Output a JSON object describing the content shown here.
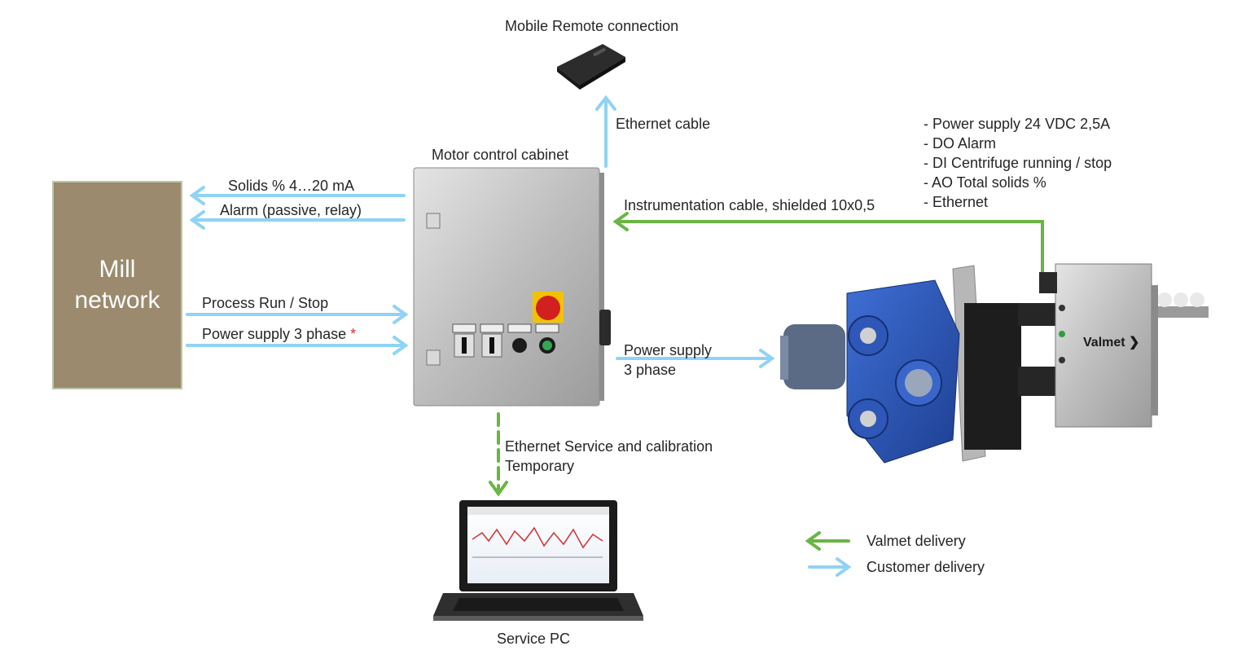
{
  "mill": {
    "line1": "Mill",
    "line2": "network"
  },
  "labels": {
    "mobile_remote": "Mobile Remote connection",
    "ethernet_cable": "Ethernet cable",
    "motor_cabinet": "Motor control cabinet",
    "solids": "Solids % 4…20 mA",
    "alarm": "Alarm (passive, relay)",
    "process_run": "Process Run / Stop",
    "power_3phase": "Power supply 3 phase",
    "asterisk": "*",
    "instrumentation": "Instrumentation cable, shielded 10x0,5",
    "power_supply_1": "Power supply",
    "power_supply_2": "3 phase",
    "ethernet_service_1": "Ethernet Service and calibration",
    "ethernet_service_2": "Temporary",
    "service_pc": "Service PC",
    "brand": "Valmet"
  },
  "spec_list": [
    "- Power supply 24 VDC 2,5A",
    "- DO Alarm",
    "- DI Centrifuge running / stop",
    "- AO Total solids %",
    "- Ethernet"
  ],
  "legend": {
    "valmet": "Valmet delivery",
    "customer": "Customer delivery"
  },
  "colors": {
    "customer_arrow": "#8fd3f5",
    "valmet_arrow": "#6ab543",
    "mill_box": "#9b8a6d"
  }
}
